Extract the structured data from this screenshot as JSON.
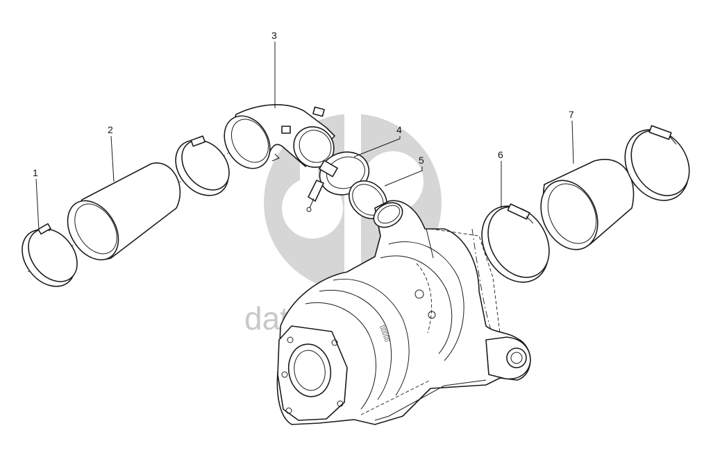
{
  "diagram": {
    "watermark_text": "data parts",
    "callouts": [
      {
        "id": "1",
        "label": "1"
      },
      {
        "id": "2",
        "label": "2"
      },
      {
        "id": "3",
        "label": "3"
      },
      {
        "id": "4",
        "label": "4"
      },
      {
        "id": "5",
        "label": "5"
      },
      {
        "id": "6",
        "label": "6"
      },
      {
        "id": "7",
        "label": "7"
      }
    ],
    "colors": {
      "line": "#1a1a1a",
      "watermark": "#c8c8c8",
      "background": "#ffffff"
    }
  }
}
